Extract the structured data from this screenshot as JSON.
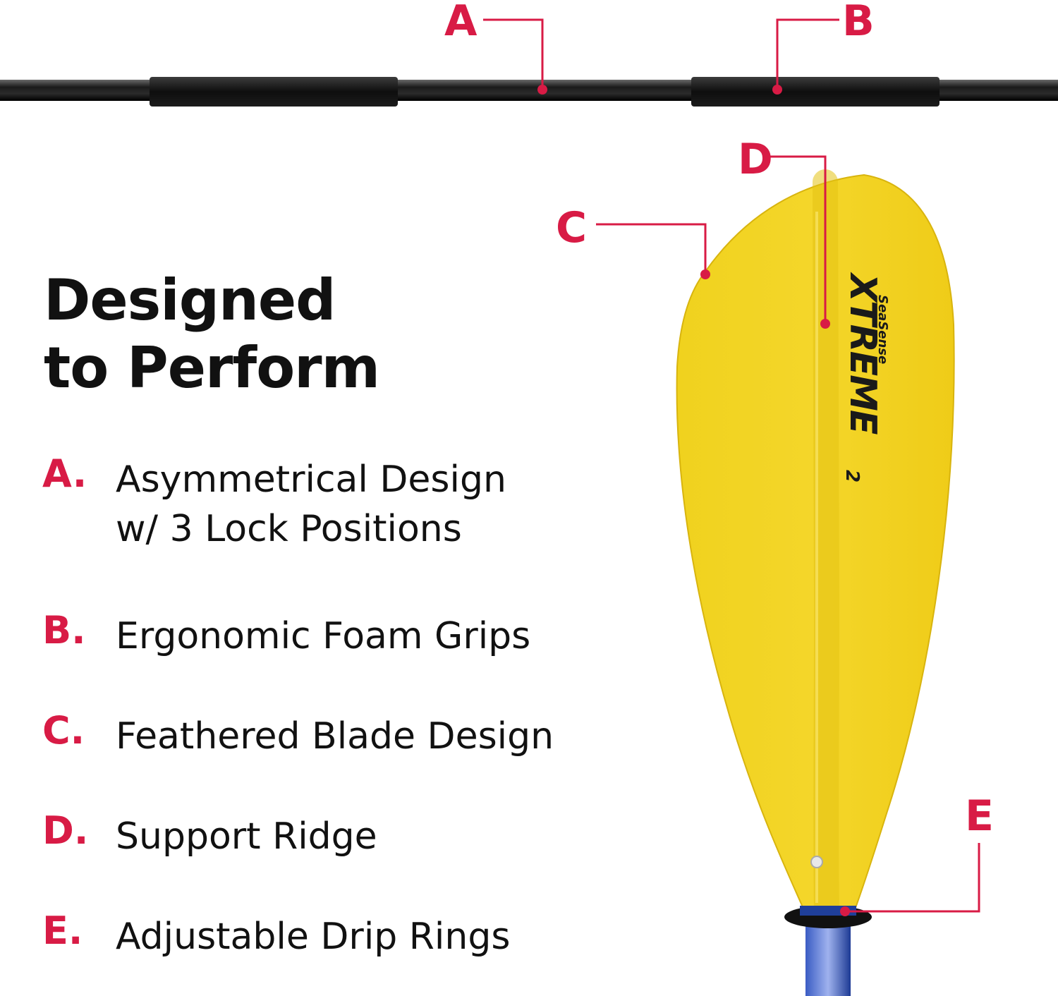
{
  "heading": {
    "line1": "Designed",
    "line2": "to Perform"
  },
  "features": [
    {
      "letter": "A.",
      "text_lines": [
        "Asymmetrical Design",
        "w/ 3 Lock Positions"
      ]
    },
    {
      "letter": "B.",
      "text_lines": [
        "Ergonomic Foam Grips"
      ]
    },
    {
      "letter": "C.",
      "text_lines": [
        "Feathered Blade Design"
      ]
    },
    {
      "letter": "D.",
      "text_lines": [
        "Support Ridge"
      ]
    },
    {
      "letter": "E.",
      "text_lines": [
        "Adjustable Drip Rings"
      ]
    }
  ],
  "callouts": {
    "a": "A",
    "b": "B",
    "c": "C",
    "d": "D",
    "e": "E"
  },
  "brand": {
    "small": "SeaSense",
    "main": "XTREME",
    "suffix": "2"
  },
  "colors": {
    "accent": "#d81b45",
    "blade": "#f2d01f",
    "shaft": "#1a1a1a",
    "ferrule": "#1f3f9a"
  }
}
